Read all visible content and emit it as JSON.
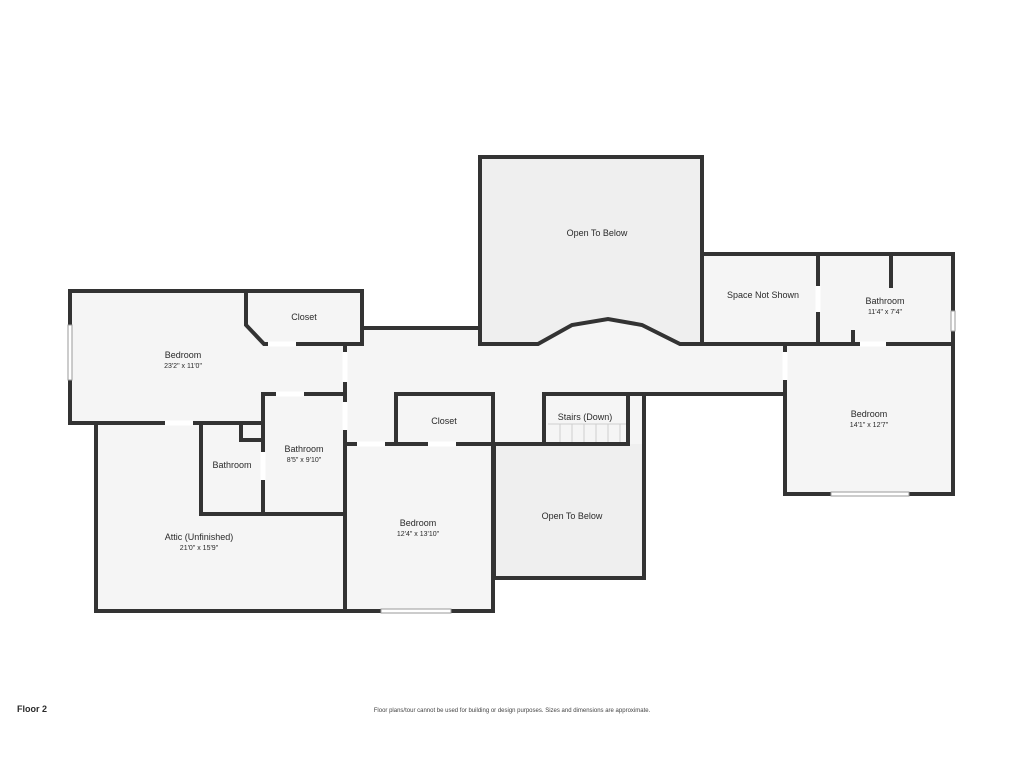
{
  "colors": {
    "wall": "#333333",
    "floor": "#f5f5f5",
    "open_to_below": "#efefef",
    "background": "#ffffff"
  },
  "floor_label": "Floor 2",
  "disclaimer": "Floor plans/tour cannot be used for building or design purposes. Sizes and dimensions are approximate.",
  "rooms": {
    "open_to_below_top": {
      "name": "Open To Below"
    },
    "space_not_shown": {
      "name": "Space Not Shown"
    },
    "bathroom_right": {
      "name": "Bathroom",
      "dims": "11'4\" x 7'4\""
    },
    "closet_top_left": {
      "name": "Closet"
    },
    "bedroom_left": {
      "name": "Bedroom",
      "dims": "23'2\" x 11'0\""
    },
    "closet_center": {
      "name": "Closet"
    },
    "stairs": {
      "name": "Stairs (Down)"
    },
    "bedroom_right": {
      "name": "Bedroom",
      "dims": "14'1\" x 12'7\""
    },
    "bathroom_center": {
      "name": "Bathroom",
      "dims": "8'5\" x 9'10\""
    },
    "bathroom_small": {
      "name": "Bathroom"
    },
    "attic": {
      "name": "Attic (Unfinished)",
      "dims": "21'0\" x 15'9\""
    },
    "bedroom_center": {
      "name": "Bedroom",
      "dims": "12'4\" x 13'10\""
    },
    "open_to_below_bottom": {
      "name": "Open To Below"
    }
  }
}
